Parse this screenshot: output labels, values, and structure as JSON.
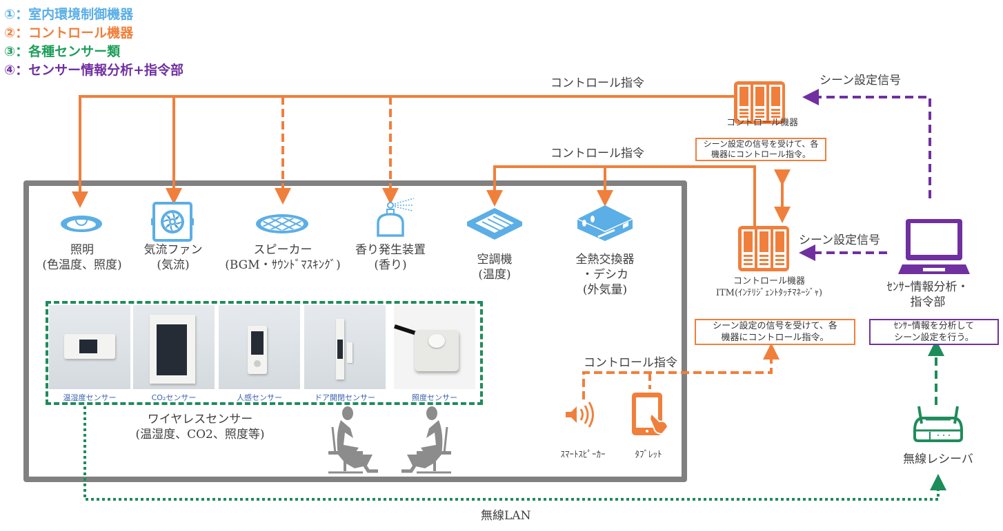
{
  "legend": [
    {
      "marker": "①",
      "text": "室内環境制御機器",
      "color": "#5BAEE6"
    },
    {
      "marker": "②",
      "text": "コントロール機器",
      "color": "#F07F3C"
    },
    {
      "marker": "③",
      "text": "各種センサー類",
      "color": "#1E9E5A"
    },
    {
      "marker": "④",
      "text": "センサー情報分析+指令部",
      "color": "#7030A0"
    }
  ],
  "colors": {
    "control": "#F07F3C",
    "device": "#5BAEE6",
    "sensor": "#1E8C5A",
    "analysis": "#7030A0",
    "room": "#808080",
    "people": "#8C8C8C"
  },
  "labels": {
    "control_command_top": "コントロール指令",
    "control_command_mid": "コントロール指令",
    "control_command_bottom": "コントロール指令",
    "scene_signal_top": "シーン設定信号",
    "scene_signal_mid": "シーン設定信号",
    "wireless_lan": "無線LAN"
  },
  "control_devices": {
    "top": {
      "name": "コントロール機器",
      "note_line1": "シーン設定の信号を受けて、各",
      "note_line2": "機器にコントロール指令。"
    },
    "itm": {
      "name_line1": "コントロール機器",
      "name_line2": "ITM(ｲﾝﾃﾘｼﾞｪﾝﾄﾀｯﾁﾏﾈｰｼﾞｬ)",
      "note_line1": "シーン設定の信号を受けて、各",
      "note_line2": "機器にコントロール指令。"
    }
  },
  "analysis": {
    "name_line1": "ｾﾝｻｰ情報分析・",
    "name_line2": "指令部",
    "note_line1": "ｾﾝｻｰ情報を分析して",
    "note_line2": "シーン設定を行う。"
  },
  "receiver": {
    "name": "無線レシーバ"
  },
  "devices": [
    {
      "name": "照明",
      "detail": "(色温度、照度)",
      "icon": "downlight-icon"
    },
    {
      "name": "気流ファン",
      "detail": "(気流)",
      "icon": "fan-icon"
    },
    {
      "name": "スピーカー",
      "detail": "(BGM・ｻｳﾝﾄﾞﾏｽｷﾝｸﾞ)",
      "icon": "ceiling-speaker-icon"
    },
    {
      "name": "香り発生装置",
      "detail": "(香り)",
      "icon": "aroma-diffuser-icon"
    },
    {
      "name": "空調機",
      "detail": "(温度)",
      "icon": "air-conditioner-icon"
    },
    {
      "name": "全熱交換器",
      "detail": "・デシカ",
      "detail2": "(外気量)",
      "icon": "heat-exchanger-icon"
    }
  ],
  "sensors": {
    "items": [
      "温湿度センサー",
      "CO₂センサー",
      "人感センサー",
      "ドア開閉センサー",
      "照度センサー"
    ],
    "group_title": "ワイヤレスセンサー",
    "group_detail": "(温湿度、CO2、照度等)"
  },
  "user_devices": [
    {
      "name": "ｽﾏｰﾄｽﾋﾟｰｶｰ",
      "icon": "smart-speaker-icon"
    },
    {
      "name": "ﾀﾌﾞﾚｯﾄ",
      "icon": "tablet-icon"
    }
  ]
}
